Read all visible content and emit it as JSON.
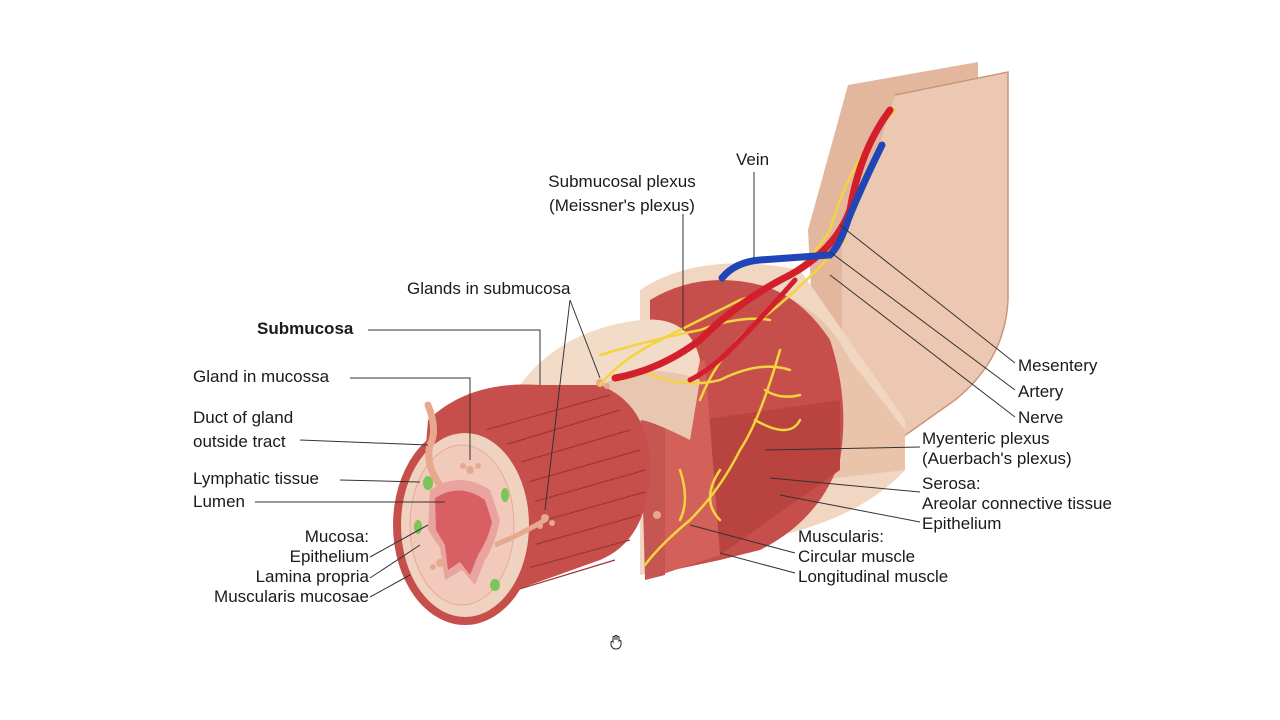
{
  "labels": {
    "vein": "Vein",
    "submucosal_plexus_1": "Submucosal plexus",
    "submucosal_plexus_2": "(Meissner's plexus)",
    "glands_in_submucosa": "Glands in submucosa",
    "submucosa": "Submucosa",
    "gland_in_mucossa": "Gland in mucossa",
    "duct_of_gland_1": "Duct of gland",
    "duct_of_gland_2": "outside tract",
    "lymphatic_tissue": "Lymphatic tissue",
    "lumen": "Lumen",
    "mucosa_heading": "Mucosa:",
    "epithelium_mucosa": "Epithelium",
    "lamina_propria": "Lamina propria",
    "muscularis_mucosae": "Muscularis mucosae",
    "mesentery": "Mesentery",
    "artery": "Artery",
    "nerve": "Nerve",
    "myenteric_plexus_1": "Myenteric plexus",
    "myenteric_plexus_2": "(Auerbach's plexus)",
    "serosa_heading": "Serosa:",
    "areolar_connective_tissue": "Areolar connective tissue",
    "epithelium_serosa": "Epithelium",
    "muscularis_heading": "Muscularis:",
    "circular_muscle": "Circular muscle",
    "longitudinal_muscle": "Longitudinal muscle"
  },
  "colors": {
    "mesentery": "#ecc8b2",
    "mesentery_shade": "#d9ab92",
    "serosa": "#f1d6c2",
    "muscle": "#c64f4b",
    "muscle_dark": "#a63a38",
    "muscle_light": "#dc7a72",
    "submucosa": "#f3dcc7",
    "mucosa_pink": "#e9a4a0",
    "lumen": "#d86065",
    "artery": "#d21f2b",
    "vein": "#1f45b8",
    "nerve": "#f3d33f",
    "lymphatic": "#7cc55a",
    "leader": "#333333"
  },
  "icons": {
    "cursor": "hand-cursor-icon"
  }
}
